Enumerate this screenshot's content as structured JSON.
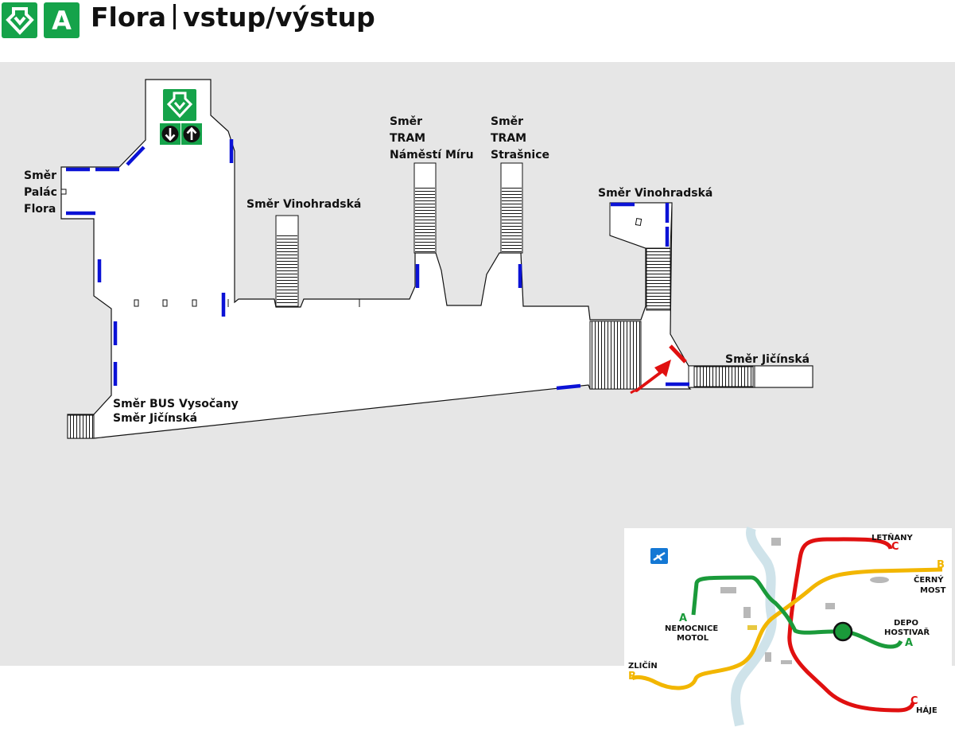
{
  "header": {
    "line_letter": "A",
    "station": "Flora",
    "subtitle": "vstup/výstup",
    "line_color": "#15a34a",
    "metro_icon": "metro-arrow-icon"
  },
  "plan": {
    "labels": {
      "palac_1": "Směr",
      "palac_2": "Palác",
      "palac_3": "Flora",
      "vinohradska_left": "Směr Vinohradská",
      "tram1_1": "Směr",
      "tram1_2": "TRAM",
      "tram1_3": "Náměstí Míru",
      "tram2_1": "Směr",
      "tram2_2": "TRAM",
      "tram2_3": "Strašnice",
      "vinohradska_right": "Směr Vinohradská",
      "jicinska_right": "Směr Jičínská",
      "bus_1": "Směr BUS Vysočany",
      "bus_2": "Směr Jičínská"
    },
    "colors": {
      "exit_marker": "#0b12d6",
      "you_are_here": "#e01010",
      "floor": "#ffffff",
      "background": "#e6e6e6"
    },
    "icons": [
      "metro-entrance-icon",
      "escalator-down-icon",
      "escalator-up-icon",
      "you-are-here-arrow-icon"
    ]
  },
  "network_map": {
    "stations": {
      "letnany": "LETŇANY",
      "cerny_most_1": "ČERNÝ",
      "cerny_most_2": "MOST",
      "depo_1": "DEPO",
      "depo_2": "HOSTIVAŘ",
      "motol_1": "NEMOCNICE",
      "motol_2": "MOTOL",
      "zlicin": "ZLIČÍN",
      "haje": "HÁJE"
    },
    "line_letters": {
      "a_west": "A",
      "a_east": "A",
      "b_west": "B",
      "b_east": "B",
      "c_north": "C",
      "c_south": "C"
    },
    "colors": {
      "line_a": "#1a9a3a",
      "line_b": "#f2b600",
      "line_c": "#e01010",
      "river": "#cfe3ea"
    },
    "icons": [
      "airport-icon",
      "castle-icon",
      "zoo-icon",
      "church-icon",
      "stadium-icon"
    ]
  }
}
